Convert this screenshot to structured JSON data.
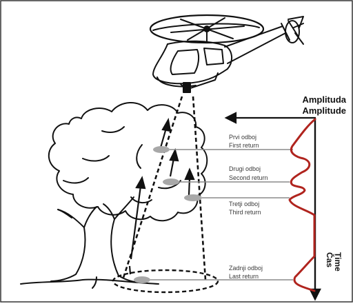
{
  "axis": {
    "amplitude_sl": "Amplituda",
    "amplitude_en": "Amplitude",
    "time_sl": "Čas",
    "time_en": "Time"
  },
  "returns": [
    {
      "sl": "Prvi odboj",
      "en": "First return"
    },
    {
      "sl": "Drugi odboj",
      "en": "Second return"
    },
    {
      "sl": "Tretji odboj",
      "en": "Third return"
    },
    {
      "sl": "Zadnji odboj",
      "en": "Last return"
    }
  ],
  "colors": {
    "waveform": "#b0241e",
    "hit": "#a8a8a8",
    "ink": "#111111",
    "border": "#333333"
  }
}
